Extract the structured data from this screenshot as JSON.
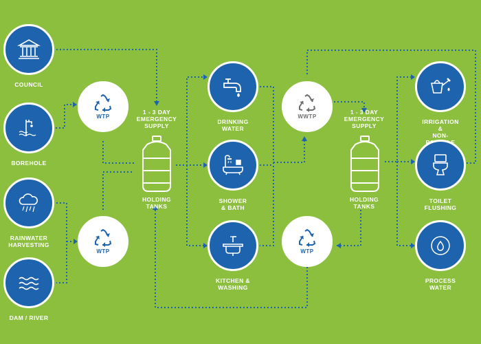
{
  "colors": {
    "background": "#8dbf3f",
    "node_blue": "#1d63ad",
    "white": "#ffffff",
    "wwtp_grey": "#6e6e6e"
  },
  "sources": {
    "council": {
      "label": "COUNCIL",
      "icon": "building-columns-icon"
    },
    "borehole": {
      "label": "BOREHOLE",
      "icon": "borehole-tap-icon"
    },
    "rainwater": {
      "label": "RAINWATER\nHARVESTING",
      "icon": "rain-cloud-icon"
    },
    "dam": {
      "label": "DAM / RIVER",
      "icon": "water-waves-icon"
    }
  },
  "treatment": {
    "wtp_top": {
      "label": "WTP",
      "icon": "recycle-icon"
    },
    "wtp_bottom": {
      "label": "WTP",
      "icon": "recycle-icon"
    },
    "wwtp": {
      "label": "WWTP",
      "icon": "recycle-icon"
    },
    "wtp_return": {
      "label": "WTP",
      "icon": "recycle-icon"
    }
  },
  "storage": {
    "supply_left": "1 - 3 DAY\nEMERGENCY\nSUPPLY",
    "tanks_left": "HOLDING\nTANKS",
    "supply_right": "1 - 3 DAY\nEMERGENCY\nSUPPLY",
    "tanks_right": "HOLDING\nTANKS"
  },
  "uses": {
    "drinking": {
      "label": "DRINKING\nWATER",
      "icon": "faucet-icon"
    },
    "shower": {
      "label": "SHOWER\n& BATH",
      "icon": "shower-bath-icon"
    },
    "kitchen": {
      "label": "KITCHEN &\nWASHING",
      "icon": "sink-icon"
    }
  },
  "reuse": {
    "irrigation": {
      "label": "IRRIGATION &\nNON-POTABLE",
      "icon": "watering-can-icon"
    },
    "toilet": {
      "label": "TOILET\nFLUSHING",
      "icon": "toilet-icon"
    },
    "process": {
      "label": "PROCESS\nWATER",
      "icon": "water-drop-cycle-icon"
    }
  }
}
